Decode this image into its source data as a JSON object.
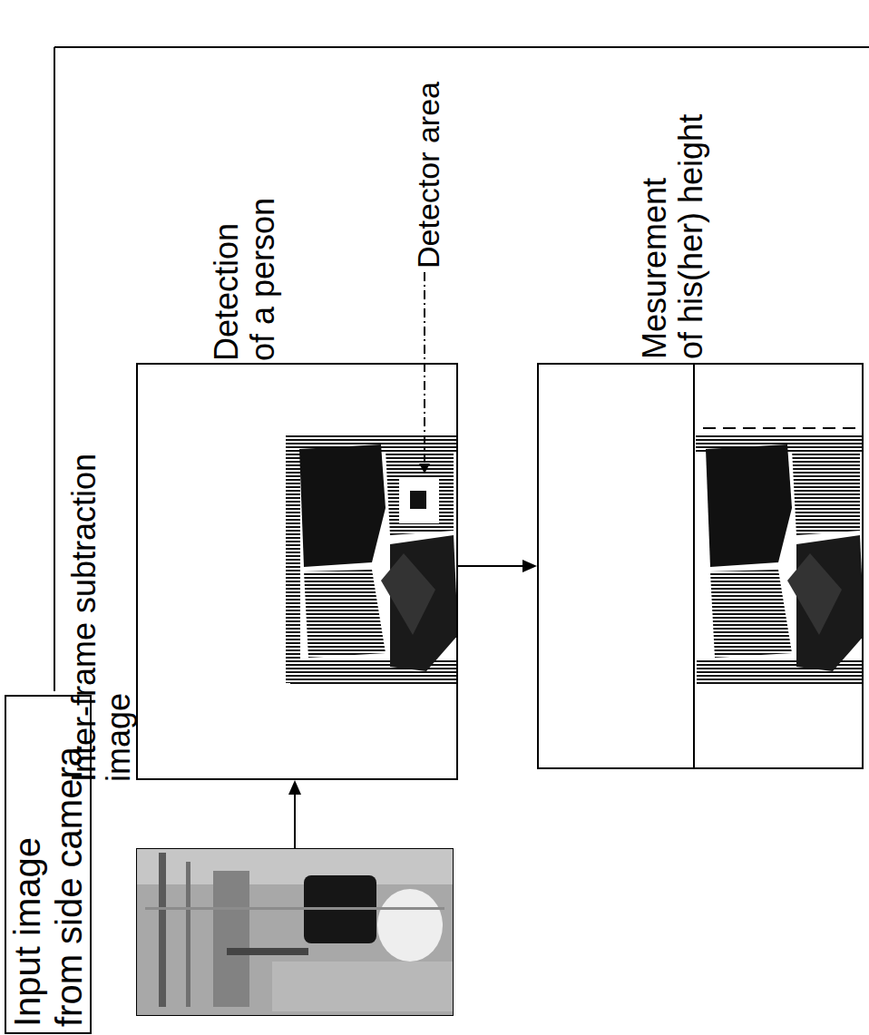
{
  "diagram": {
    "nodes": [
      {
        "text": [
          "Input image from side camera"
        ]
      },
      {
        "text": [
          "Inter-frame subtraction image",
          "Detection of a person"
        ]
      },
      {
        "text": [
          "Mesurement of his(her) height"
        ]
      },
      {
        "text": [
          "Detector area"
        ],
        "in": 1
      }
    ],
    "edges": [
      {
        "from": 0,
        "to": 1,
        "arrow": "to"
      },
      {
        "from": 1,
        "to": 2,
        "arrow": "to"
      }
    ]
  }
}
